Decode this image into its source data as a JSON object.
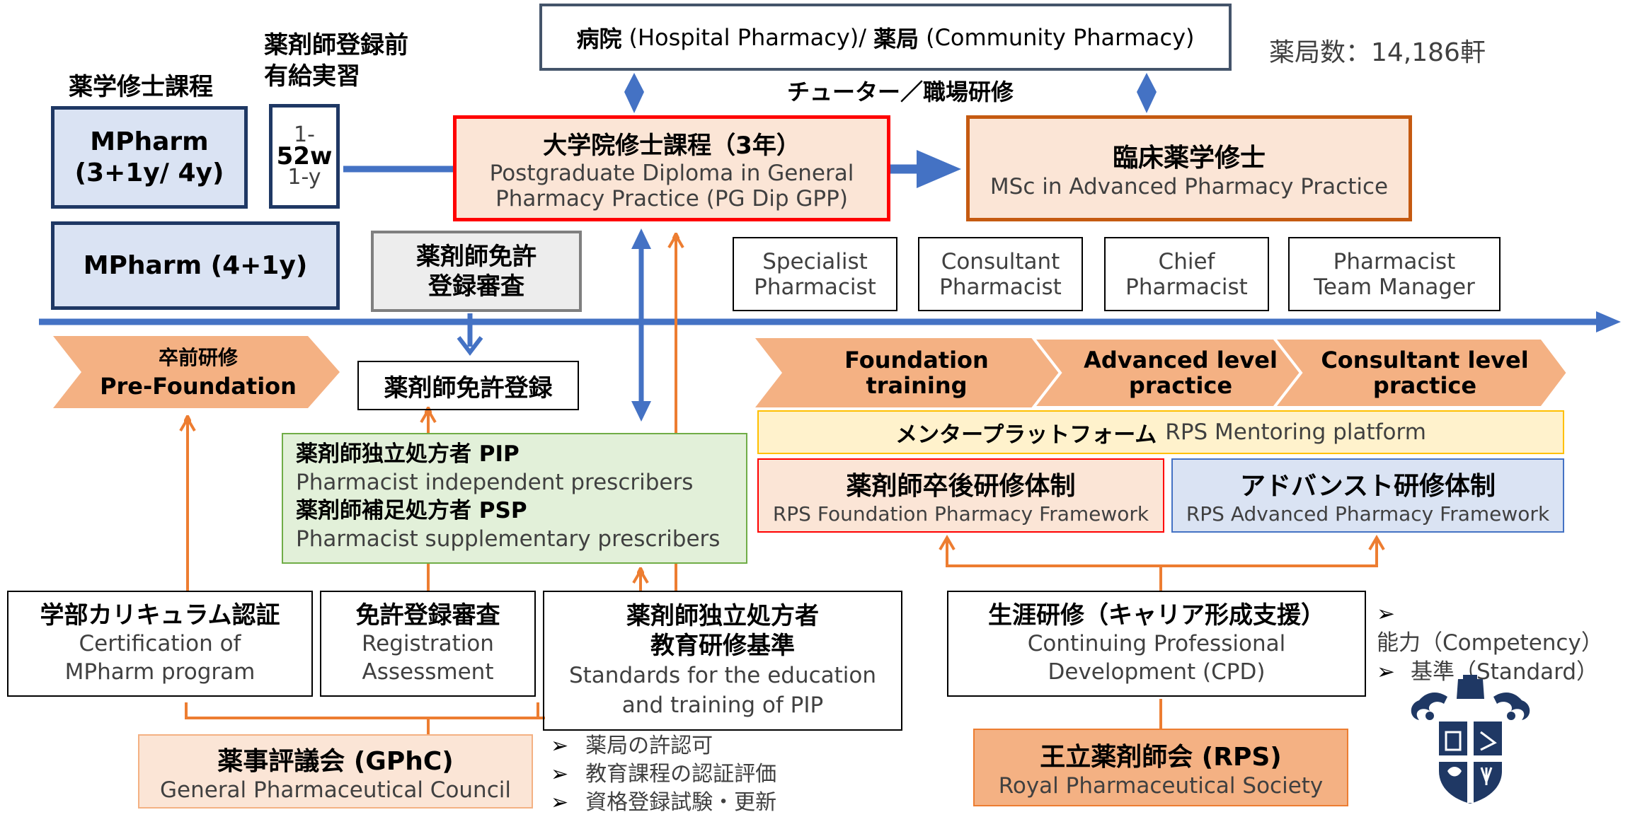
{
  "hospital_box": {
    "jp1": "病院",
    "en1": "(Hospital Pharmacy)/",
    "jp2": "薬局",
    "en2": "(Community Pharmacy)"
  },
  "pharmacy_count": "薬局数：14,186軒",
  "tutor_label": "チューター／職場研修",
  "mpharm_heading": "薬学修士課程",
  "preregistration_heading": [
    "薬剤師登録前",
    "有給実習"
  ],
  "mpharm_box1": [
    "MPharm",
    "(3+1y/ 4y)"
  ],
  "mpharm_box2": "MPharm (4+1y)",
  "weeks_box": [
    "1-",
    "52w",
    "1-y"
  ],
  "pgdip_box": {
    "title": "大学院修士課程（3年）",
    "en": [
      "Postgraduate Diploma in General",
      "Pharmacy Practice (PG Dip GPP)"
    ]
  },
  "msc_box": {
    "title": "臨床薬学修士",
    "en": "MSc in Advanced Pharmacy Practice"
  },
  "roles": [
    [
      "Specialist",
      "Pharmacist"
    ],
    [
      "Consultant",
      "Pharmacist"
    ],
    [
      "Chief",
      "Pharmacist"
    ],
    [
      "Pharmacist",
      "Team Manager"
    ]
  ],
  "reg_exam_box": [
    "薬剤師免許",
    "登録審査"
  ],
  "registration_box": "薬剤師免許登録",
  "pre_foundation": [
    "卒前研修",
    "Pre-Foundation"
  ],
  "stages": [
    [
      "Foundation",
      "training"
    ],
    [
      "Advanced level",
      "practice"
    ],
    [
      "Consultant level",
      "practice"
    ]
  ],
  "mentoring": {
    "jp": "メンタープラットフォーム",
    "en": "RPS Mentoring platform"
  },
  "foundation_framework": {
    "jp": "薬剤師卒後研修体制",
    "en": "RPS Foundation Pharmacy Framework"
  },
  "advanced_framework": {
    "jp": "アドバンスト研修体制",
    "en": "RPS Advanced Pharmacy Framework"
  },
  "prescribers": {
    "pip_jp": "薬剤師独立処方者 PIP",
    "pip_en": "Pharmacist independent prescribers",
    "psp_jp": "薬剤師補足処方者 PSP",
    "psp_en": "Pharmacist supplementary prescribers"
  },
  "curriculum_box": [
    "学部カリキュラム認証",
    "Certification of",
    "MPharm program"
  ],
  "assessment_box": [
    "免許登録審査",
    "Registration",
    "Assessment"
  ],
  "standards_box": [
    "薬剤師独立処方者",
    "教育研修基準",
    "Standards for the education",
    "and training of PIP"
  ],
  "cpd_box": [
    "生涯研修（キャリア形成支援）",
    "Continuing Professional",
    "Development (CPD)"
  ],
  "cpd_bullets": [
    "能力（Competency）",
    "基準（Standard）"
  ],
  "gphc_box": [
    "薬事評議会 (GPhC)",
    "General Pharmaceutical Council"
  ],
  "gphc_bullets": [
    "薬局の許認可",
    "教育課程の認証評価",
    "資格登録試験・更新"
  ],
  "rps_box": [
    "王立薬剤師会 (RPS)",
    "Royal Pharmaceutical Society"
  ],
  "colors": {
    "navy": "#1f3864",
    "blue": "#4472c4",
    "orange": "#ed7d31",
    "peach_fill": "#fbe5d6",
    "orange_fill": "#f4b183",
    "red": "#ff0000",
    "brown": "#c55a11",
    "green_fill": "#e2f0d9",
    "yellow_fill": "#fff2cc",
    "blue_fill": "#dae3f3"
  }
}
